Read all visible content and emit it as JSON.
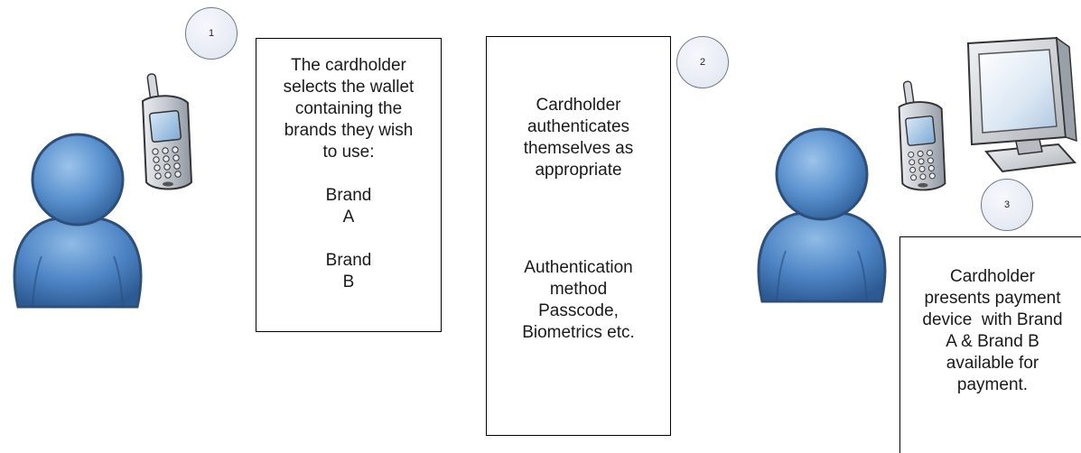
{
  "steps": {
    "one": "1",
    "two": "2",
    "three": "3"
  },
  "box_select": {
    "intro_lines": [
      "The cardholder",
      "selects the wallet",
      "containing the",
      "brands they wish",
      "to use:"
    ],
    "brand_a_lines": [
      "Brand",
      "A"
    ],
    "brand_b_lines": [
      "Brand",
      "B"
    ]
  },
  "box_authenticate": {
    "intro_lines": [
      "Cardholder",
      "authenticates",
      "themselves as",
      "appropriate"
    ],
    "method_lines": [
      "Authentication",
      "method",
      "Passcode,",
      "Biometrics etc."
    ]
  },
  "box_present": {
    "lines": [
      "Cardholder",
      "presents payment",
      "device  with Brand",
      "A & Brand B",
      "available for",
      "payment."
    ]
  },
  "icons": {
    "cardholder_left": "person-icon",
    "phone_left": "mobile-phone-icon",
    "cardholder_right": "person-icon",
    "phone_right": "mobile-phone-icon",
    "monitor_right": "computer-monitor-icon"
  },
  "colors": {
    "person_fill": "#4f86c6",
    "person_outline": "#2c4f7c",
    "phone_body": "#b9bec6",
    "phone_screen": "#a9c9e8",
    "monitor_frame": "#cfd2d6",
    "step_circle_fill": "#e6eaf3"
  }
}
